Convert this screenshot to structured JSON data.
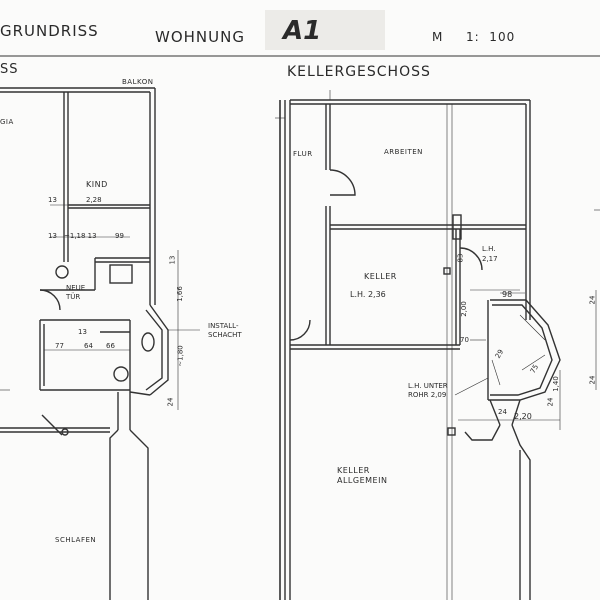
{
  "header": {
    "title_left": "GRUNDRISS",
    "title_mid": "WOHNUNG",
    "apartment": "A1",
    "scale_label": "M",
    "scale_value": "1:  100"
  },
  "left_plan": {
    "heading": "SS",
    "balcony": "BALKON",
    "loggia": "GIA",
    "kid_room": "KIND",
    "kid_width": "2,28",
    "dim_13a": "13",
    "dim_13b": "13",
    "dim_118": "~1,18 13",
    "dim_99": "99",
    "new_door": "NEUE\nTÜR",
    "dim_77": "77",
    "dim_64": "64",
    "dim_66": "66",
    "dim_13c": "13",
    "dim_166": "1,66",
    "dim_13d": "13",
    "dim_180": "~1,80",
    "dim_24": "24",
    "install_shaft": "INSTALL-\nSCHACHT",
    "bedroom": "SCHLAFEN"
  },
  "right_plan": {
    "heading": "KELLERGESCHOSS",
    "hall": "FLUR",
    "work": "ARBEITEN",
    "cellar": "KELLER",
    "cellar_height": "L.H. 2,36",
    "lh": "L.H.",
    "lh_value": "2,17",
    "dim_98": "98",
    "dim_70": "70",
    "dim_200": "2,00",
    "dim_83": "83",
    "dim_29": "29",
    "dim_75": "75",
    "dim_140": "1,40",
    "dim_24a": "24",
    "dim_24b": "24",
    "dim_220": "2,20",
    "pipe_label": "L.H. UNTER\nROHR 2,09",
    "cellar_general": "KELLER\nALLGEMEIN"
  },
  "far_right": {
    "dim_24a": "24",
    "dim_24b": "24"
  }
}
